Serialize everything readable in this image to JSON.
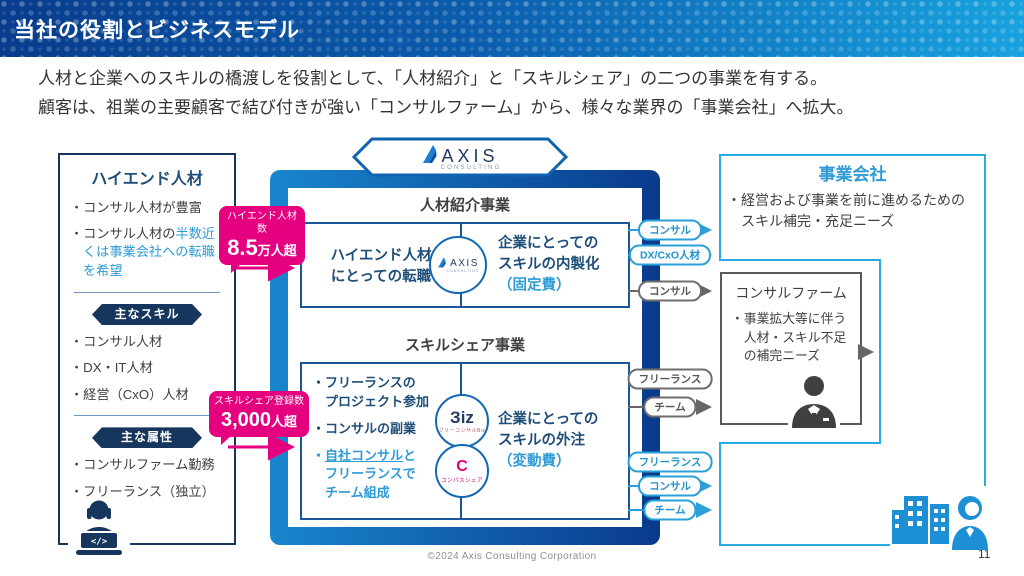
{
  "slide": {
    "title": "当社の役割とビジネスモデル"
  },
  "intro": {
    "line1": "人材と企業へのスキルの橋渡しを役割として、「人材紹介」と「スキルシェア」の二つの事業を有する。",
    "line2": "顧客は、祖業の主要顧客で結び付きが強い「コンサルファーム」から、様々な業界の「事業会社」へ拡大。"
  },
  "left_panel": {
    "title": "ハイエンド人材",
    "bullet1": "・コンサル人材が豊富",
    "bullet2_prefix": "・コンサル人材の",
    "bullet2_highlight": "半数近くは事業会社への転職を希望",
    "skills_badge": "主なスキル",
    "skills": [
      "・コンサル人材",
      "・DX・IT人材",
      "・経営（CxO）人材"
    ],
    "attrs_badge": "主な属性",
    "attrs": [
      "・コンサルファーム勤務",
      "・フリーランス（独立）"
    ]
  },
  "badges": {
    "highend": {
      "label": "ハイエンド人材数",
      "value": "8.5",
      "unit": "万人超"
    },
    "skillshare": {
      "label": "スキルシェア登録数",
      "value": "3,000",
      "unit": "人超"
    }
  },
  "center": {
    "logo": {
      "name": "AXIS",
      "sub": "CONSULTING"
    },
    "recruit": {
      "title": "人材紹介事業",
      "left": "ハイエンド人材\nにとっての転職",
      "right_main": "企業にとっての\nスキルの内製化",
      "right_sub": "（固定費）"
    },
    "share": {
      "title": "スキルシェア事業",
      "bullet1": "・フリーランスの\n　プロジェクト参加",
      "bullet2": "・コンサルの副業",
      "bullet3_prefix": "・",
      "bullet3_underline": "自社コンサル",
      "bullet3_rest": "と\n　フリーランスで\n　チーム組成",
      "right_main": "企業にとっての\nスキルの外注",
      "right_sub": "（変動費）",
      "logo_biz": {
        "glyph": "Ɛ",
        "rest": "iz",
        "sub": "フリーコンサルBiz"
      },
      "logo_compass": {
        "glyph": "C",
        "sub": "コンパスシェア"
      }
    }
  },
  "connectors": {
    "recruit_to_company": [
      "コンサル",
      "DX/CxO人材"
    ],
    "recruit_to_firm": [
      "コンサル"
    ],
    "share_to_firm": [
      "フリーランス",
      "チーム"
    ],
    "share_to_company": [
      "フリーランス",
      "コンサル",
      "チーム"
    ]
  },
  "right_panel": {
    "company": {
      "title": "事業会社",
      "bullet": "・経営および事業を前に進めるための\n　スキル補完・充足ニーズ"
    },
    "firm": {
      "title": "コンサルファーム",
      "bullet": "・事業拡大等に伴う\n　人材・スキル不足\n　の補完ニーズ"
    }
  },
  "footer": {
    "copyright": "©2024 Axis Consulting Corporation",
    "page": "11"
  },
  "colors": {
    "header_blue_dark": "#083C8C",
    "header_blue_light": "#18A2DE",
    "navy": "#17365D",
    "dark_blue_text": "#1F4E79",
    "cyan_accent": "#2E9BD6",
    "panel_border_cyan": "#29ABE2",
    "magenta": "#E4007F",
    "box_border_blue": "#1A5796",
    "gray_border": "#595959",
    "text_gray": "#404040"
  }
}
